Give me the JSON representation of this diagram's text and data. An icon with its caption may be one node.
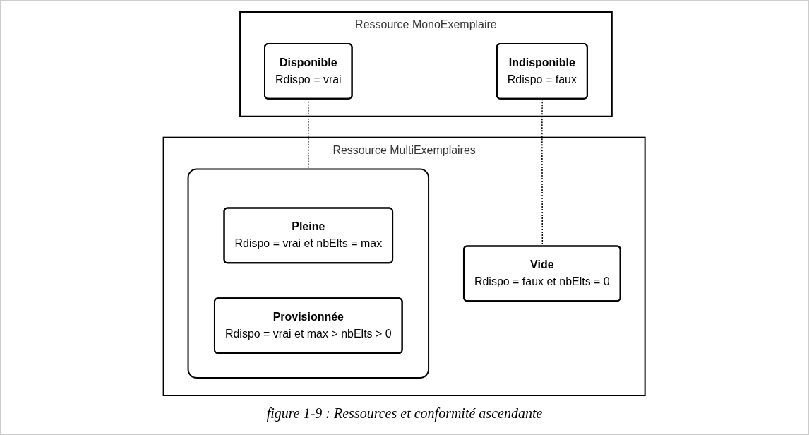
{
  "diagram": {
    "caption": "figure 1-9 : Ressources et conformité ascendante",
    "nodes": [
      {
        "text": [
          "Ressource MonoExemplaire"
        ]
      },
      {
        "text": [
          "Disponible",
          "Rdispo = vrai"
        ],
        "in": 0
      },
      {
        "text": [
          "Indisponible",
          "Rdispo = faux"
        ],
        "in": 0
      },
      {
        "text": [
          "Ressource MultiExemplaires"
        ]
      },
      {
        "text": [],
        "shape": "box",
        "in": 3
      },
      {
        "text": [
          "Pleine",
          "Rdispo = vrai et nbElts = max"
        ],
        "in": 4
      },
      {
        "text": [
          "Provisionnée",
          "Rdispo = vrai et max > nbElts > 0"
        ],
        "in": 4
      },
      {
        "text": [
          "Vide",
          "Rdispo = faux et nbElts = 0"
        ],
        "in": 3
      }
    ],
    "edges": [
      {
        "from": 1,
        "to": 4,
        "arrow": "none",
        "style": "dashed"
      },
      {
        "from": 2,
        "to": 7,
        "arrow": "none",
        "style": "dashed"
      }
    ]
  }
}
